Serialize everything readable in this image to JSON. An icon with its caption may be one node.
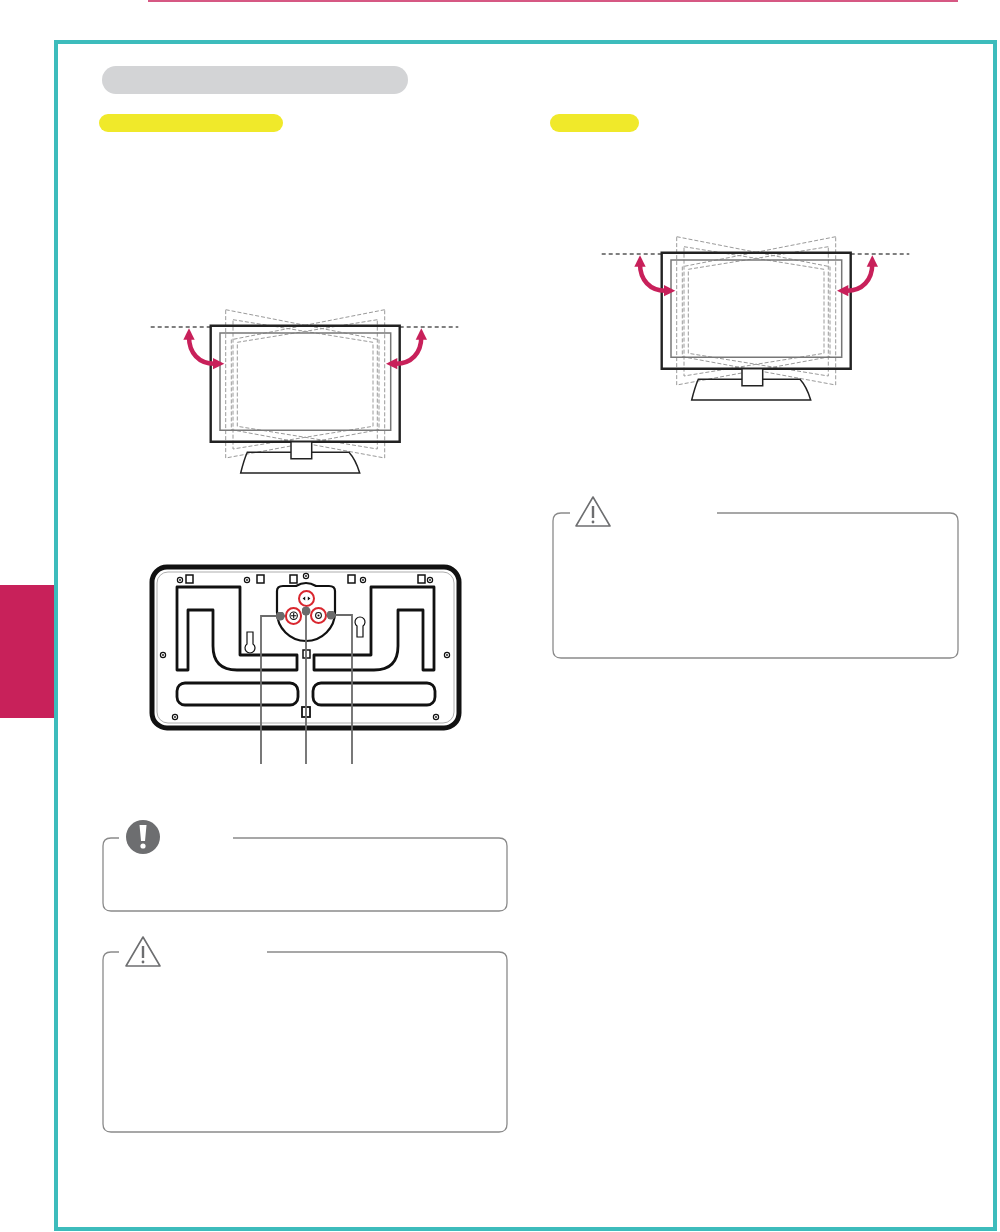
{
  "diagram": {
    "nodes": [
      {
        "text": [],
        "shape": "bar"
      },
      {
        "text": [],
        "shape": "bar"
      },
      {
        "text": [],
        "shape": "bar"
      },
      {
        "text": [],
        "shape": "box"
      },
      {
        "text": [],
        "shape": "circle"
      },
      {
        "text": [],
        "shape": "circle"
      },
      {
        "text": [],
        "shape": "circle"
      }
    ],
    "edges": [
      {
        "from": null,
        "to": 4,
        "arrow": "other"
      },
      {
        "from": null,
        "to": 5,
        "arrow": "other"
      },
      {
        "from": null,
        "to": 6,
        "arrow": "other"
      }
    ]
  }
}
